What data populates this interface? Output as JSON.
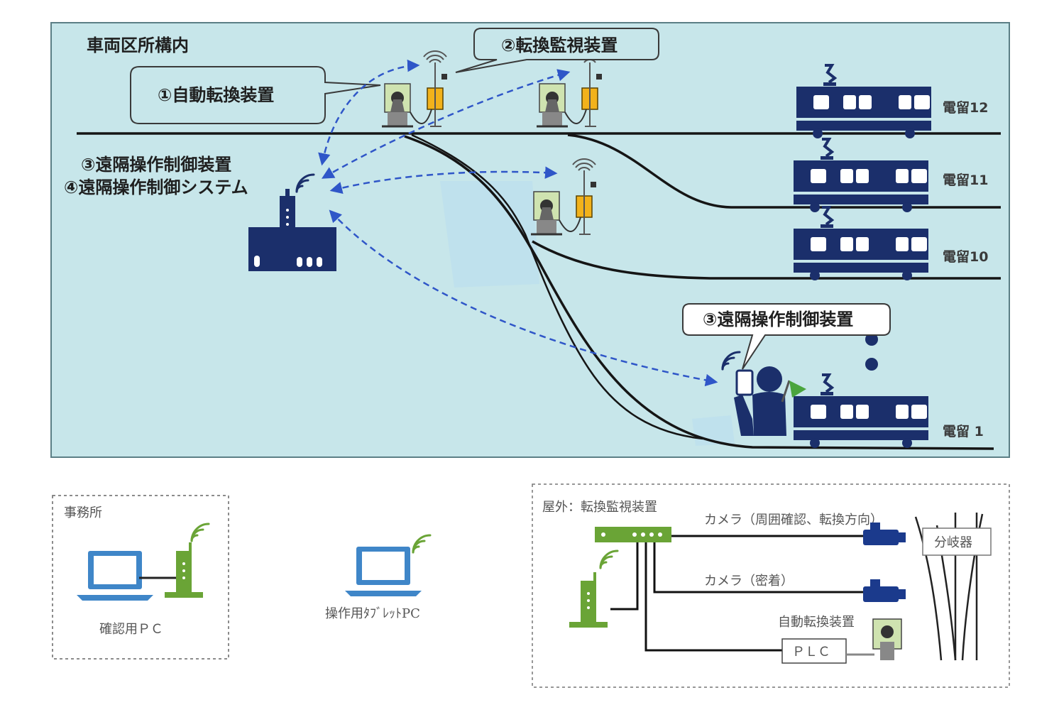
{
  "yard": {
    "title": "車両区所構内",
    "callouts": {
      "auto_switch": "①自動転換装置",
      "switch_monitor": "②転換監視装置",
      "remote_device_top": "③遠隔操作制御装置",
      "remote_system": "④遠隔操作制御システム",
      "remote_device_operator": "③遠隔操作制御装置"
    },
    "tracks": [
      "電留12",
      "電留11",
      "電留10",
      "電留 1"
    ]
  },
  "office": {
    "title": "事務所",
    "pc_label": "確認用ＰＣ"
  },
  "tablet": {
    "label": "操作用ﾀﾌﾞﾚｯﾄPC"
  },
  "outdoor": {
    "title": "屋外：転換監視装置",
    "camera_direction": "カメラ（周囲確認、転換方向）",
    "camera_contact": "カメラ（密着）",
    "auto_switch": "自動転換装置",
    "plc": "ＰＬＣ",
    "turnout": "分岐器"
  },
  "colors": {
    "yard_bg": "#c7e6ea",
    "navy": "#1b2f6b",
    "signal_yellow": "#f2b21b",
    "wifi_green": "#6aa436",
    "pc_blue": "#3f86c8",
    "arrow_blue": "#2f56c8"
  }
}
